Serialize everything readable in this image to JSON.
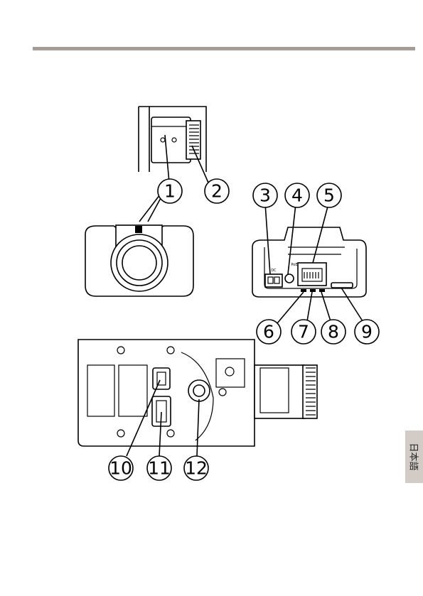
{
  "language_tab": "日本語",
  "callouts": [
    "1",
    "2",
    "3",
    "4",
    "5",
    "6",
    "7",
    "8",
    "9",
    "10",
    "11",
    "12"
  ],
  "port_labels": {
    "power": "DC",
    "network": "PoE"
  }
}
